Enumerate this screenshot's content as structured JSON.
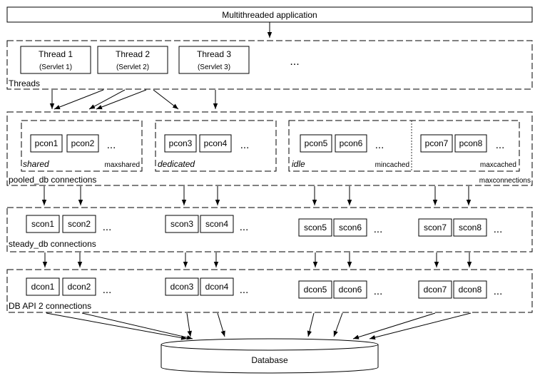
{
  "app": {
    "title": "Multithreaded application"
  },
  "threads": {
    "items": [
      {
        "name": "Thread 1",
        "servlet": "(Servlet 1)"
      },
      {
        "name": "Thread 2",
        "servlet": "(Servlet 2)"
      },
      {
        "name": "Thread 3",
        "servlet": "(Servlet 3)"
      }
    ],
    "more": "...",
    "label": "Threads"
  },
  "pooled": {
    "label": "pooled_db connections",
    "groups": [
      {
        "items": [
          "pcon1",
          "pcon2"
        ],
        "more": "...",
        "caption": "shared",
        "param": "maxshared"
      },
      {
        "items": [
          "pcon3",
          "pcon4"
        ],
        "more": "...",
        "caption": "dedicated",
        "param": ""
      },
      {
        "items": [
          "pcon5",
          "pcon6"
        ],
        "more": "...",
        "caption": "idle",
        "param": "mincached"
      },
      {
        "items": [
          "pcon7",
          "pcon8"
        ],
        "more": "...",
        "caption": "",
        "param": "maxcached"
      }
    ],
    "param": "maxconnections"
  },
  "steady": {
    "label": "steady_db connections",
    "groups": [
      {
        "items": [
          "scon1",
          "scon2"
        ],
        "more": "..."
      },
      {
        "items": [
          "scon3",
          "scon4"
        ],
        "more": "..."
      },
      {
        "items": [
          "scon5",
          "scon6"
        ],
        "more": "..."
      },
      {
        "items": [
          "scon7",
          "scon8"
        ],
        "more": "..."
      }
    ]
  },
  "dbapi": {
    "label": "DB API 2 connections",
    "groups": [
      {
        "items": [
          "dcon1",
          "dcon2"
        ],
        "more": "..."
      },
      {
        "items": [
          "dcon3",
          "dcon4"
        ],
        "more": "..."
      },
      {
        "items": [
          "dcon5",
          "dcon6"
        ],
        "more": "..."
      },
      {
        "items": [
          "dcon7",
          "dcon8"
        ],
        "more": "..."
      }
    ]
  },
  "database": {
    "label": "Database"
  }
}
